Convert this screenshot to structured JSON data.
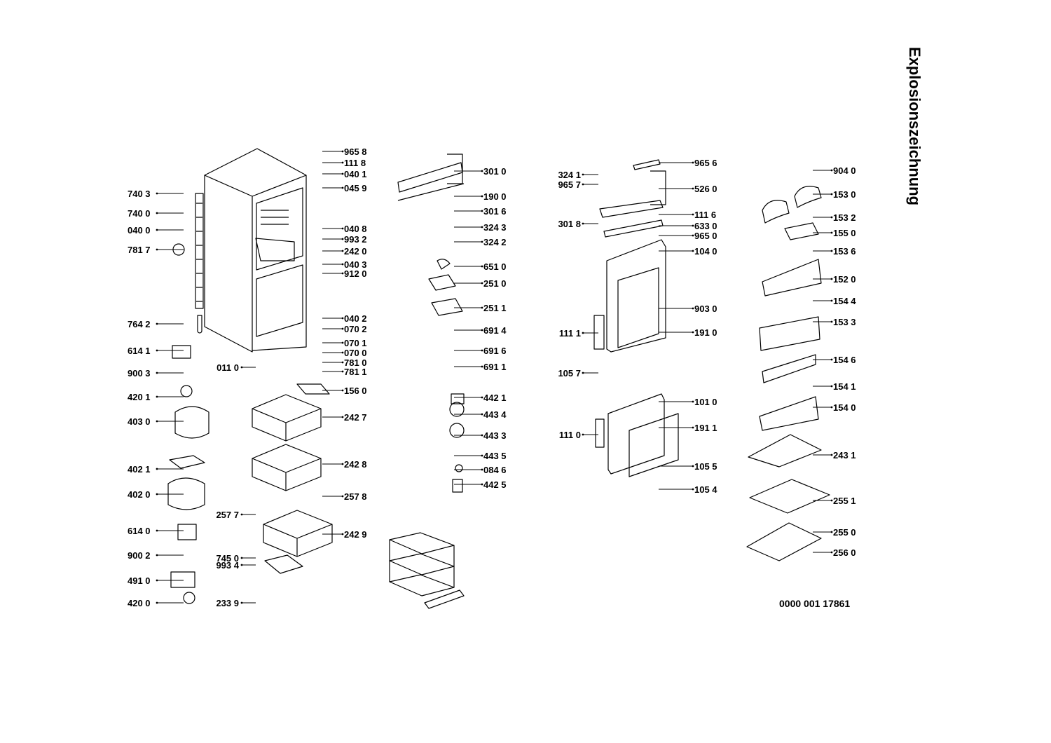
{
  "title": "Explosionszeichnung",
  "document_number": "0000 001 17861",
  "labels": {
    "c1": [
      "740 3",
      "740 0",
      "040 0",
      "781 7",
      "764 2",
      "614 1",
      "900 3",
      "420 1",
      "403 0",
      "402 1",
      "402 0",
      "614 0",
      "900 2",
      "491 0",
      "420 0"
    ],
    "c2": [
      "965 8",
      "111 8",
      "040 1",
      "045 9",
      "040 8",
      "993 2",
      "242 0",
      "040 3",
      "912 0",
      "040 2",
      "070 2",
      "070 1",
      "070 0",
      "781 0",
      "781 1",
      "156 0",
      "242 7",
      "242 8",
      "257 8",
      "242 9"
    ],
    "c2_left": [
      "011 0",
      "257 7",
      "993 4",
      "745 0",
      "233 9"
    ],
    "c3": [
      "301 0",
      "190 0",
      "301 6",
      "324 3",
      "324 2",
      "651 0",
      "251 0",
      "251 1",
      "691 4",
      "691 6",
      "691 1",
      "442 1",
      "443 4",
      "443 3",
      "443 5",
      "084 6",
      "442 5"
    ],
    "c4_left": [
      "324 1",
      "965 7",
      "301 8",
      "111 1",
      "105 7",
      "111 0"
    ],
    "c4": [
      "965 6",
      "526 0",
      "111 6",
      "633 0",
      "965 0",
      "104 0",
      "903 0",
      "191 0",
      "101 0",
      "191 1",
      "105 5",
      "105 4"
    ],
    "c5": [
      "904 0",
      "153 0",
      "153 2",
      "155 0",
      "153 6",
      "152 0",
      "154 4",
      "153 3",
      "154 6",
      "154 1",
      "154 0",
      "243 1",
      "255 1",
      "255 0",
      "256 0"
    ]
  }
}
